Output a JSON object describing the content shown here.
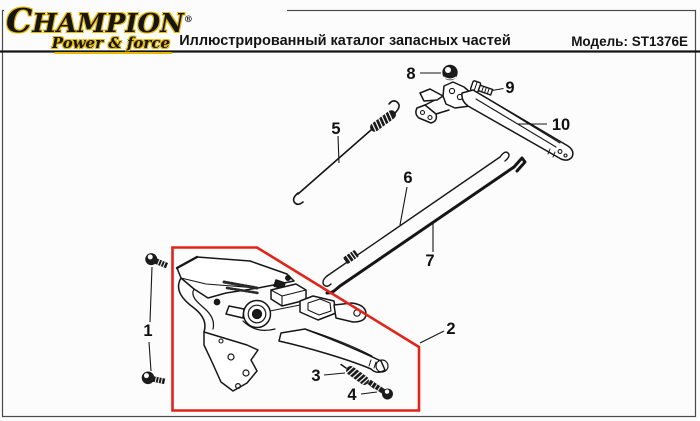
{
  "header": {
    "logo": {
      "brand": "CHAMPION",
      "registered_mark": "®",
      "tagline": "Power & force"
    },
    "title": "Иллюстрированный каталог запасных частей",
    "model": "Модель: ST1376E"
  },
  "diagram": {
    "part_labels": [
      "1",
      "2",
      "3",
      "4",
      "5",
      "6",
      "7",
      "8",
      "9",
      "10"
    ]
  },
  "colors": {
    "highlight_red": "#e2231a",
    "line_black": "#161616",
    "logo_yellow": "#e6b800"
  }
}
